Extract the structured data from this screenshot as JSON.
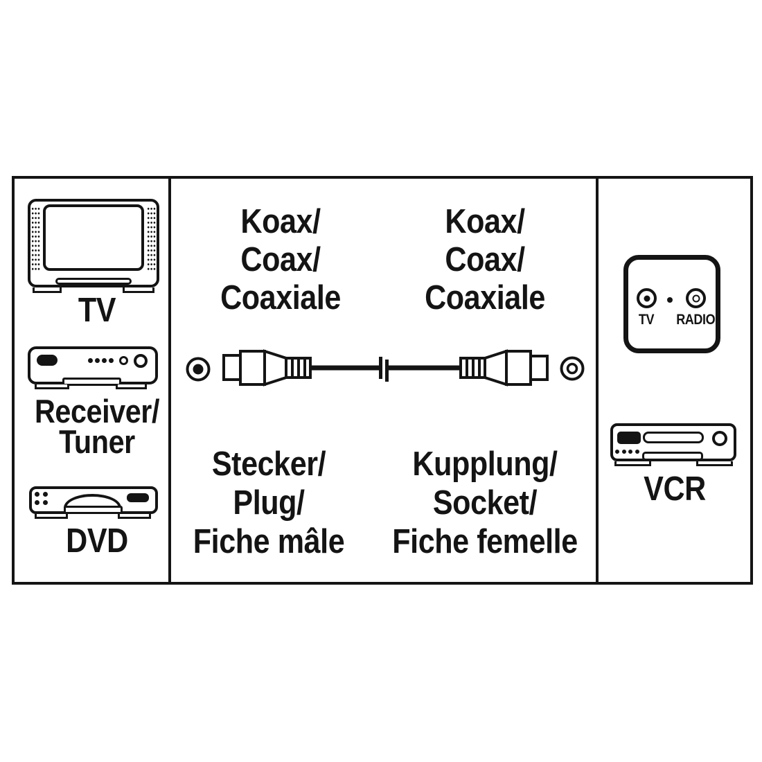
{
  "colors": {
    "ink": "#141414",
    "background": "#ffffff"
  },
  "diagram": {
    "left_panel": {
      "tv_label": "TV",
      "receiver_label_line1": "Receiver/",
      "receiver_label_line2": "Tuner",
      "dvd_label": "DVD"
    },
    "middle_panel": {
      "coax_left": {
        "line1": "Koax/",
        "line2": "Coax/",
        "line3": "Coaxiale"
      },
      "coax_right": {
        "line1": "Koax/",
        "line2": "Coax/",
        "line3": "Coaxiale"
      },
      "plug": {
        "line1": "Stecker/",
        "line2": "Plug/",
        "line3": "Fiche mâle"
      },
      "socket": {
        "line1": "Kupplung/",
        "line2": "Socket/",
        "line3": "Fiche femelle"
      }
    },
    "right_panel": {
      "wall_socket": {
        "tv_port_label": "TV",
        "radio_port_label": "RADIO"
      },
      "vcr_label": "VCR"
    }
  }
}
